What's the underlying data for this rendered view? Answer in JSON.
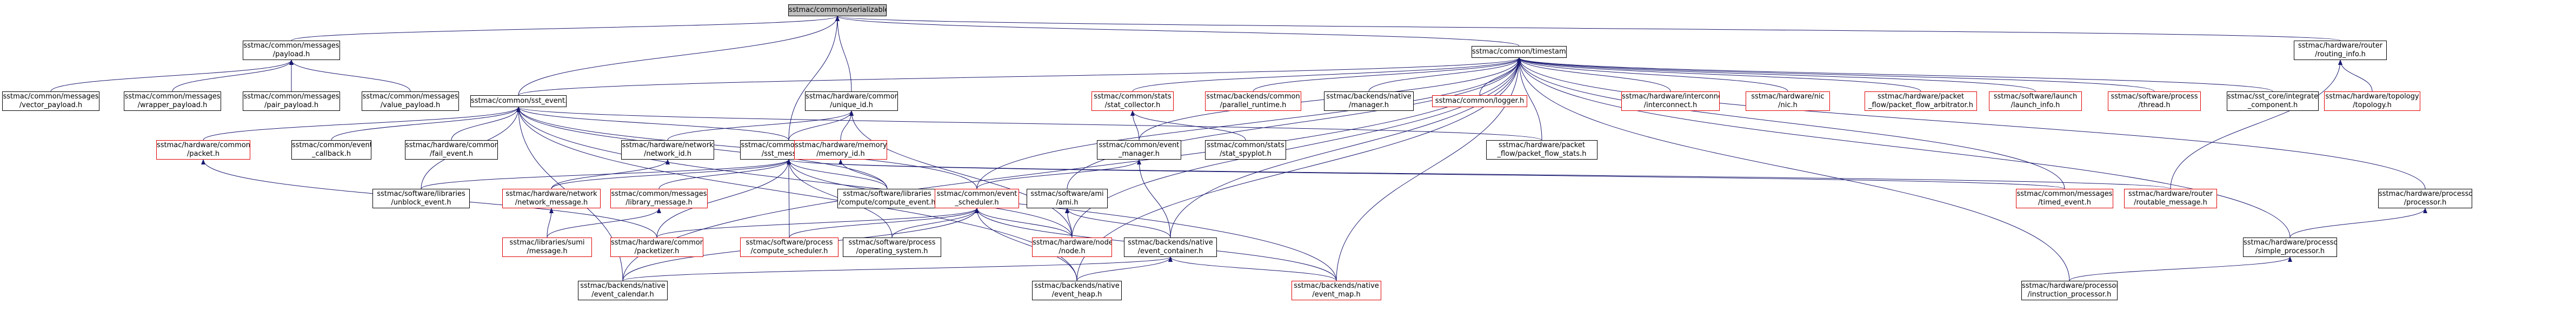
{
  "diagram": {
    "root_id": "sstmac/common/serializable.h",
    "nodes": [
      {
        "id": "serializable",
        "lines": [
          "sstmac/common/serializable.h"
        ],
        "style": "root"
      },
      {
        "id": "msg_payload",
        "lines": [
          "sstmac/common/messages",
          "/payload.h"
        ],
        "style": "normal"
      },
      {
        "id": "timestamp",
        "lines": [
          "sstmac/common/timestamp.h"
        ],
        "style": "normal"
      },
      {
        "id": "routing_info",
        "lines": [
          "sstmac/hardware/router",
          "/routing_info.h"
        ],
        "style": "normal"
      },
      {
        "id": "vector_payload",
        "lines": [
          "sstmac/common/messages",
          "/vector_payload.h"
        ],
        "style": "normal"
      },
      {
        "id": "wrapper_payload",
        "lines": [
          "sstmac/common/messages",
          "/wrapper_payload.h"
        ],
        "style": "normal"
      },
      {
        "id": "pair_payload",
        "lines": [
          "sstmac/common/messages",
          "/pair_payload.h"
        ],
        "style": "normal"
      },
      {
        "id": "value_payload",
        "lines": [
          "sstmac/common/messages",
          "/value_payload.h"
        ],
        "style": "normal"
      },
      {
        "id": "sst_event",
        "lines": [
          "sstmac/common/sst_event.h"
        ],
        "style": "normal"
      },
      {
        "id": "unique_id",
        "lines": [
          "sstmac/hardware/common",
          "/unique_id.h"
        ],
        "style": "normal"
      },
      {
        "id": "stat_collector",
        "lines": [
          "sstmac/common/stats",
          "/stat_collector.h"
        ],
        "style": "red"
      },
      {
        "id": "parallel_runtime",
        "lines": [
          "sstmac/backends/common",
          "/parallel_runtime.h"
        ],
        "style": "red"
      },
      {
        "id": "native_manager",
        "lines": [
          "sstmac/backends/native",
          "/manager.h"
        ],
        "style": "normal"
      },
      {
        "id": "logger",
        "lines": [
          "sstmac/common/logger.h"
        ],
        "style": "red"
      },
      {
        "id": "interconnect",
        "lines": [
          "sstmac/hardware/interconnect",
          "/interconnect.h"
        ],
        "style": "red"
      },
      {
        "id": "nic",
        "lines": [
          "sstmac/hardware/nic",
          "/nic.h"
        ],
        "style": "red"
      },
      {
        "id": "packet_flow_arbitrator",
        "lines": [
          "sstmac/hardware/packet",
          "_flow/packet_flow_arbitrator.h"
        ],
        "style": "red"
      },
      {
        "id": "launch_info",
        "lines": [
          "sstmac/software/launch",
          "/launch_info.h"
        ],
        "style": "red"
      },
      {
        "id": "thread",
        "lines": [
          "sstmac/software/process",
          "/thread.h"
        ],
        "style": "red"
      },
      {
        "id": "integrated_component",
        "lines": [
          "sstmac/sst_core/integrated",
          "_component.h"
        ],
        "style": "normal"
      },
      {
        "id": "topology",
        "lines": [
          "sstmac/hardware/topology",
          "/topology.h"
        ],
        "style": "red"
      },
      {
        "id": "packet",
        "lines": [
          "sstmac/hardware/common",
          "/packet.h"
        ],
        "style": "red"
      },
      {
        "id": "callback",
        "lines": [
          "sstmac/common/event",
          "_callback.h"
        ],
        "style": "normal"
      },
      {
        "id": "fail_event",
        "lines": [
          "sstmac/hardware/common",
          "/fail_event.h"
        ],
        "style": "normal"
      },
      {
        "id": "network_id",
        "lines": [
          "sstmac/hardware/network",
          "/network_id.h"
        ],
        "style": "normal"
      },
      {
        "id": "sst_message",
        "lines": [
          "sstmac/common/messages",
          "/sst_message.h"
        ],
        "style": "normal"
      },
      {
        "id": "memory_id",
        "lines": [
          "sstmac/hardware/memory",
          "/memory_id.h"
        ],
        "style": "red"
      },
      {
        "id": "event_manager",
        "lines": [
          "sstmac/common/event",
          "_manager.h"
        ],
        "style": "normal"
      },
      {
        "id": "stat_spyplot",
        "lines": [
          "sstmac/common/stats",
          "/stat_spyplot.h"
        ],
        "style": "normal"
      },
      {
        "id": "packet_flow_stats",
        "lines": [
          "sstmac/hardware/packet",
          "_flow/packet_flow_stats.h"
        ],
        "style": "normal"
      },
      {
        "id": "unblock_event",
        "lines": [
          "sstmac/software/libraries",
          "/unblock_event.h"
        ],
        "style": "normal"
      },
      {
        "id": "network_message",
        "lines": [
          "sstmac/hardware/network",
          "/network_message.h"
        ],
        "style": "red"
      },
      {
        "id": "library_message",
        "lines": [
          "sstmac/common/messages",
          "/library_message.h"
        ],
        "style": "red"
      },
      {
        "id": "compute_event",
        "lines": [
          "sstmac/software/libraries",
          "/compute/compute_event.h"
        ],
        "style": "normal"
      },
      {
        "id": "event_scheduler",
        "lines": [
          "sstmac/common/event",
          "_scheduler.h"
        ],
        "style": "red"
      },
      {
        "id": "ami",
        "lines": [
          "sstmac/software/ami",
          "/ami.h"
        ],
        "style": "normal"
      },
      {
        "id": "timed_event",
        "lines": [
          "sstmac/common/messages",
          "/timed_event.h"
        ],
        "style": "red"
      },
      {
        "id": "routable_message",
        "lines": [
          "sstmac/hardware/router",
          "/routable_message.h"
        ],
        "style": "red"
      },
      {
        "id": "processor",
        "lines": [
          "sstmac/hardware/processor",
          "/processor.h"
        ],
        "style": "normal"
      },
      {
        "id": "sumi_message",
        "lines": [
          "sstmac/libraries/sumi",
          "/message.h"
        ],
        "style": "red"
      },
      {
        "id": "packetizer",
        "lines": [
          "sstmac/hardware/common",
          "/packetizer.h"
        ],
        "style": "red"
      },
      {
        "id": "compute_scheduler",
        "lines": [
          "sstmac/software/process",
          "/compute_scheduler.h"
        ],
        "style": "red"
      },
      {
        "id": "operating_system",
        "lines": [
          "sstmac/software/process",
          "/operating_system.h"
        ],
        "style": "normal"
      },
      {
        "id": "node",
        "lines": [
          "sstmac/hardware/node",
          "/node.h"
        ],
        "style": "red"
      },
      {
        "id": "event_container",
        "lines": [
          "sstmac/backends/native",
          "/event_container.h"
        ],
        "style": "normal"
      },
      {
        "id": "simple_processor",
        "lines": [
          "sstmac/hardware/processor",
          "/simple_processor.h"
        ],
        "style": "normal"
      },
      {
        "id": "event_calendar",
        "lines": [
          "sstmac/backends/native",
          "/event_calendar.h"
        ],
        "style": "normal"
      },
      {
        "id": "event_heap",
        "lines": [
          "sstmac/backends/native",
          "/event_heap.h"
        ],
        "style": "normal"
      },
      {
        "id": "event_map",
        "lines": [
          "sstmac/backends/native",
          "/event_map.h"
        ],
        "style": "red"
      },
      {
        "id": "instruction_processor",
        "lines": [
          "sstmac/hardware/processor",
          "/instruction_processor.h"
        ],
        "style": "normal"
      }
    ],
    "edges": [
      [
        "msg_payload",
        "serializable"
      ],
      [
        "timestamp",
        "serializable"
      ],
      [
        "routing_info",
        "serializable"
      ],
      [
        "sst_event",
        "serializable"
      ],
      [
        "unique_id",
        "serializable"
      ],
      [
        "sst_message",
        "serializable"
      ],
      [
        "vector_payload",
        "msg_payload"
      ],
      [
        "wrapper_payload",
        "msg_payload"
      ],
      [
        "pair_payload",
        "msg_payload"
      ],
      [
        "value_payload",
        "msg_payload"
      ],
      [
        "sst_event",
        "timestamp"
      ],
      [
        "stat_collector",
        "timestamp"
      ],
      [
        "parallel_runtime",
        "timestamp"
      ],
      [
        "native_manager",
        "timestamp"
      ],
      [
        "logger",
        "timestamp"
      ],
      [
        "interconnect",
        "timestamp"
      ],
      [
        "nic",
        "timestamp"
      ],
      [
        "packet_flow_arbitrator",
        "timestamp"
      ],
      [
        "launch_info",
        "timestamp"
      ],
      [
        "thread",
        "timestamp"
      ],
      [
        "integrated_component",
        "timestamp"
      ],
      [
        "event_manager",
        "timestamp"
      ],
      [
        "event_scheduler",
        "timestamp"
      ],
      [
        "ami",
        "timestamp"
      ],
      [
        "timed_event",
        "timestamp"
      ],
      [
        "processor",
        "timestamp"
      ],
      [
        "event_container",
        "timestamp"
      ],
      [
        "node",
        "timestamp"
      ],
      [
        "simple_processor",
        "timestamp"
      ],
      [
        "instruction_processor",
        "timestamp"
      ],
      [
        "event_calendar",
        "timestamp"
      ],
      [
        "event_heap",
        "timestamp"
      ],
      [
        "event_map",
        "timestamp"
      ],
      [
        "packet_flow_stats",
        "timestamp"
      ],
      [
        "topology",
        "routing_info"
      ],
      [
        "routable_message",
        "routing_info"
      ],
      [
        "packet",
        "sst_event"
      ],
      [
        "callback",
        "sst_event"
      ],
      [
        "fail_event",
        "sst_event"
      ],
      [
        "sst_message",
        "sst_event"
      ],
      [
        "unblock_event",
        "sst_event"
      ],
      [
        "compute_event",
        "sst_event"
      ],
      [
        "event_scheduler",
        "sst_event"
      ],
      [
        "event_calendar",
        "sst_event"
      ],
      [
        "event_map",
        "sst_event"
      ],
      [
        "event_heap",
        "sst_event"
      ],
      [
        "packet_flow_stats",
        "sst_event"
      ],
      [
        "network_id",
        "unique_id"
      ],
      [
        "memory_id",
        "unique_id"
      ],
      [
        "sst_message",
        "unique_id"
      ],
      [
        "node",
        "unique_id"
      ],
      [
        "event_manager",
        "stat_collector"
      ],
      [
        "stat_spyplot",
        "stat_collector"
      ],
      [
        "event_container",
        "event_manager"
      ],
      [
        "event_scheduler",
        "event_manager"
      ],
      [
        "network_message",
        "network_id"
      ],
      [
        "network_message",
        "sst_message"
      ],
      [
        "library_message",
        "sst_message"
      ],
      [
        "unblock_event",
        "sst_message"
      ],
      [
        "compute_event",
        "sst_message"
      ],
      [
        "timed_event",
        "sst_message"
      ],
      [
        "routable_message",
        "sst_message"
      ],
      [
        "packetizer",
        "sst_message"
      ],
      [
        "compute_scheduler",
        "sst_message"
      ],
      [
        "operating_system",
        "sst_message"
      ],
      [
        "node",
        "sst_message"
      ],
      [
        "compute_event",
        "memory_id"
      ],
      [
        "sumi_message",
        "network_message"
      ],
      [
        "sumi_message",
        "library_message"
      ],
      [
        "packetizer",
        "packet"
      ],
      [
        "packetizer",
        "event_scheduler"
      ],
      [
        "compute_scheduler",
        "event_scheduler"
      ],
      [
        "operating_system",
        "event_scheduler"
      ],
      [
        "node",
        "event_scheduler"
      ],
      [
        "event_calendar",
        "event_scheduler"
      ],
      [
        "event_heap",
        "event_scheduler"
      ],
      [
        "event_map",
        "event_scheduler"
      ],
      [
        "node",
        "ami"
      ],
      [
        "event_container",
        "ami"
      ],
      [
        "event_calendar",
        "event_container"
      ],
      [
        "event_heap",
        "event_container"
      ],
      [
        "event_map",
        "event_container"
      ],
      [
        "simple_processor",
        "processor"
      ],
      [
        "instruction_processor",
        "simple_processor"
      ]
    ]
  }
}
